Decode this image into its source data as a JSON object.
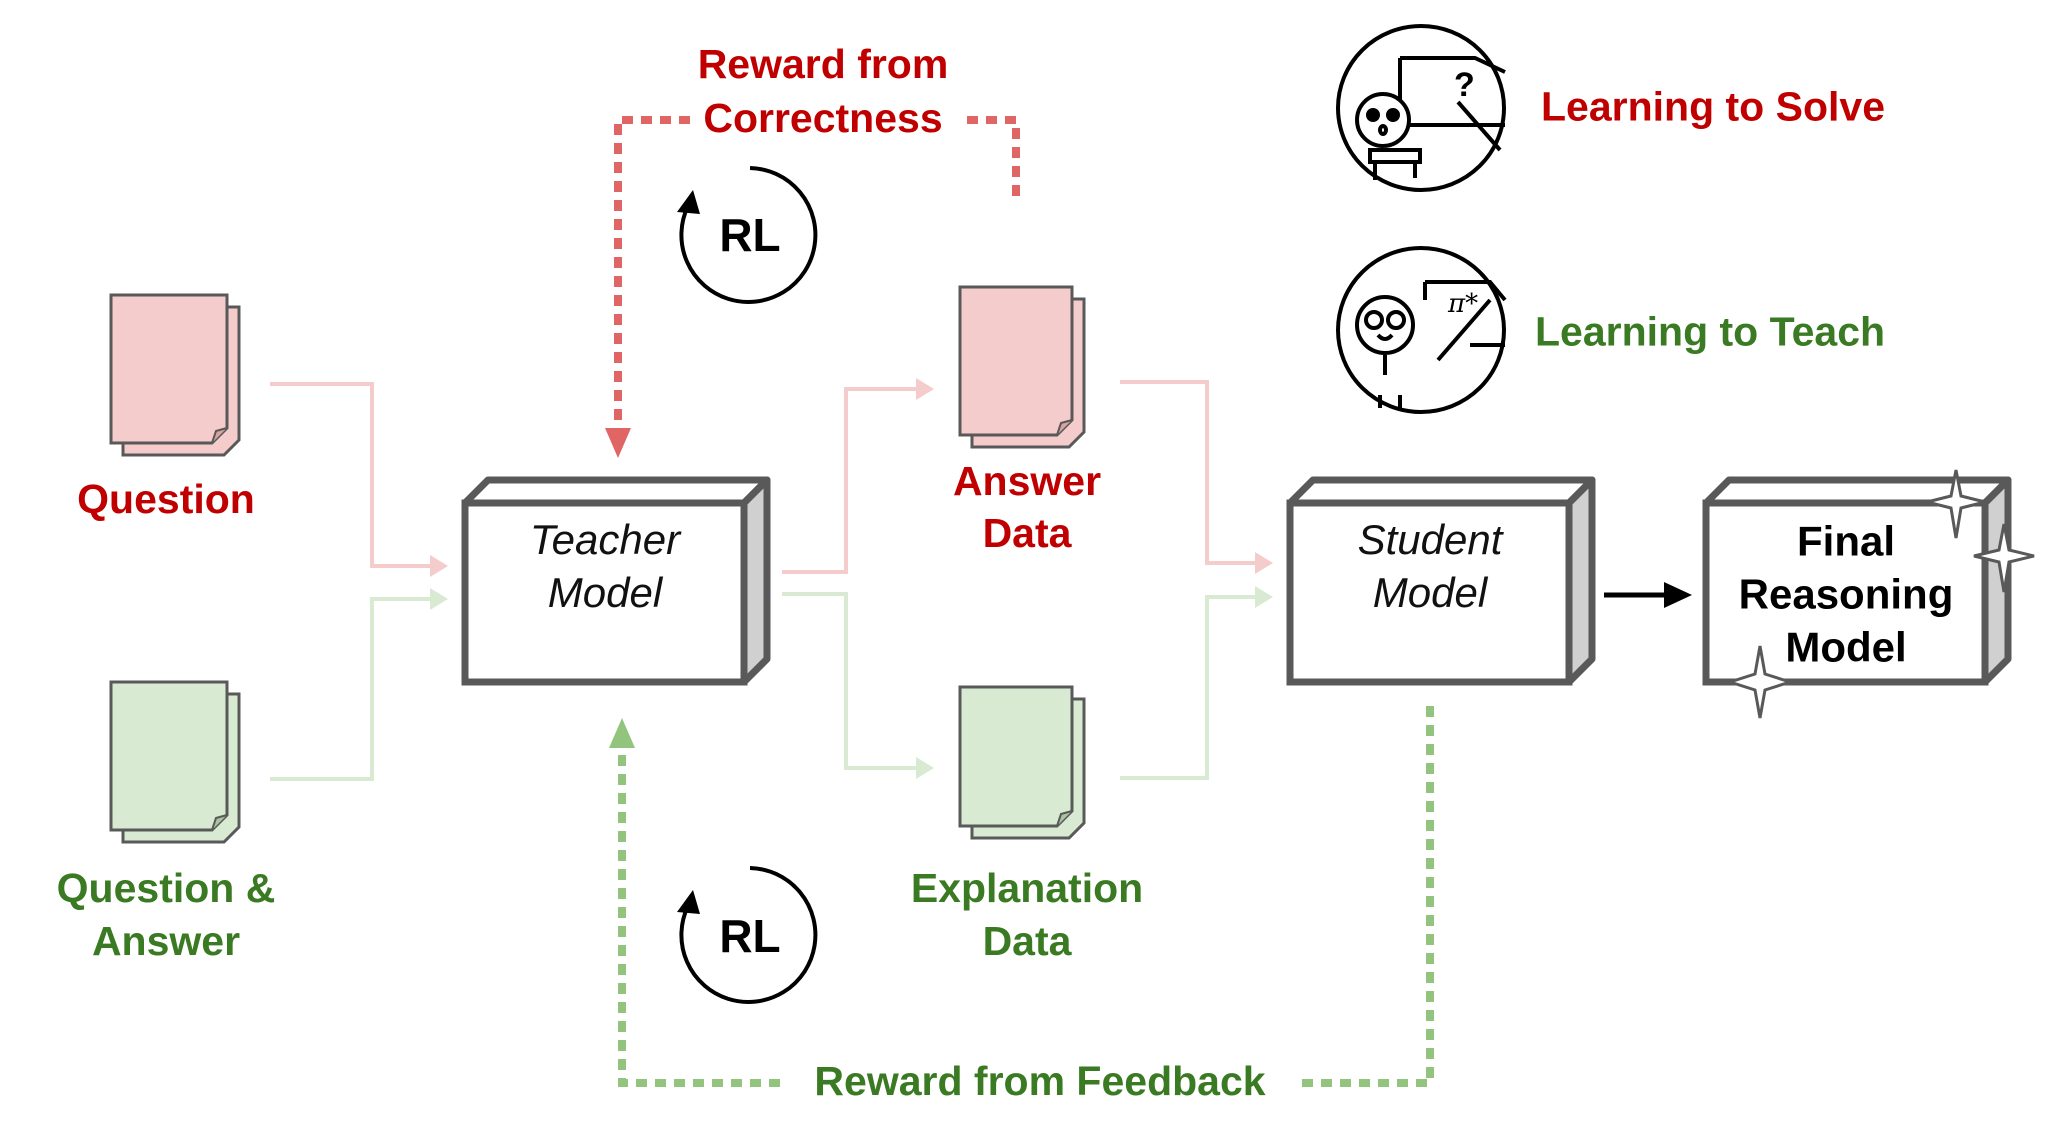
{
  "colors": {
    "red_text": "#c00000",
    "green_text": "#3a7a22",
    "red_light": "#f4cccc",
    "green_light": "#d9ead3",
    "red_dashed": "#e06666",
    "green_dashed": "#93c47d",
    "box_stroke": "#595959",
    "box_side": "#d0d0d0"
  },
  "inputs": {
    "question": {
      "label": "Question",
      "icon": "document-stack-icon"
    },
    "question_answer": {
      "line1": "Question &",
      "line2": "Answer",
      "icon": "document-stack-icon"
    }
  },
  "teacher": {
    "line1": "Teacher",
    "line2": "Model"
  },
  "student": {
    "line1": "Student",
    "line2": "Model"
  },
  "final": {
    "line1": "Final",
    "line2": "Reasoning",
    "line3": "Model"
  },
  "outputs": {
    "answer": {
      "line1": "Answer",
      "line2": "Data"
    },
    "explanation": {
      "line1": "Explanation",
      "line2": "Data"
    }
  },
  "rewards": {
    "correctness": {
      "line1": "Reward from",
      "line2": "Correctness"
    },
    "feedback": {
      "label": "Reward from Feedback"
    }
  },
  "rl": {
    "top": "RL",
    "bottom": "RL"
  },
  "legend": {
    "solve": {
      "label": "Learning to Solve",
      "icon": "student-question-icon",
      "glyph": "?"
    },
    "teach": {
      "label": "Learning to Teach",
      "icon": "teacher-pointer-icon",
      "glyph": "π*"
    }
  }
}
